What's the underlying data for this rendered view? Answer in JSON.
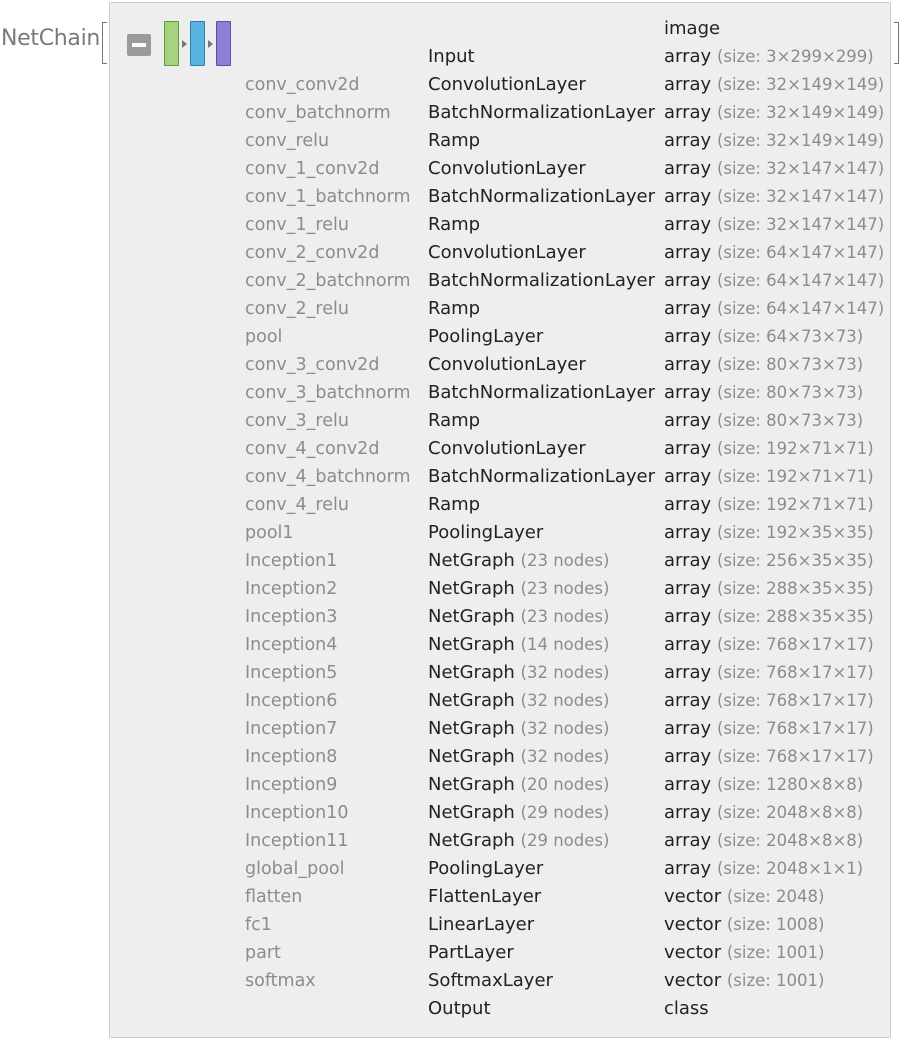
{
  "head": "NetChain",
  "colors": {
    "layer_green": "#a7d27e",
    "layer_blue": "#5ab4e0",
    "layer_purple": "#8a80d6",
    "panel_bg": "#eeeeee"
  },
  "header": {
    "output_type": "image"
  },
  "input_row": {
    "label": "Input",
    "out_kind": "array",
    "out_details": "(size: 3×299×299)"
  },
  "layers": [
    {
      "name": "conv_conv2d",
      "type": "ConvolutionLayer",
      "type_note": "",
      "out_kind": "array",
      "out_details": "(size: 32×149×149)"
    },
    {
      "name": "conv_batchnorm",
      "type": "BatchNormalizationLayer",
      "type_note": "",
      "out_kind": "array",
      "out_details": "(size: 32×149×149)"
    },
    {
      "name": "conv_relu",
      "type": "Ramp",
      "type_note": "",
      "out_kind": "array",
      "out_details": "(size: 32×149×149)"
    },
    {
      "name": "conv_1_conv2d",
      "type": "ConvolutionLayer",
      "type_note": "",
      "out_kind": "array",
      "out_details": "(size: 32×147×147)"
    },
    {
      "name": "conv_1_batchnorm",
      "type": "BatchNormalizationLayer",
      "type_note": "",
      "out_kind": "array",
      "out_details": "(size: 32×147×147)"
    },
    {
      "name": "conv_1_relu",
      "type": "Ramp",
      "type_note": "",
      "out_kind": "array",
      "out_details": "(size: 32×147×147)"
    },
    {
      "name": "conv_2_conv2d",
      "type": "ConvolutionLayer",
      "type_note": "",
      "out_kind": "array",
      "out_details": "(size: 64×147×147)"
    },
    {
      "name": "conv_2_batchnorm",
      "type": "BatchNormalizationLayer",
      "type_note": "",
      "out_kind": "array",
      "out_details": "(size: 64×147×147)"
    },
    {
      "name": "conv_2_relu",
      "type": "Ramp",
      "type_note": "",
      "out_kind": "array",
      "out_details": "(size: 64×147×147)"
    },
    {
      "name": "pool",
      "type": "PoolingLayer",
      "type_note": "",
      "out_kind": "array",
      "out_details": "(size: 64×73×73)"
    },
    {
      "name": "conv_3_conv2d",
      "type": "ConvolutionLayer",
      "type_note": "",
      "out_kind": "array",
      "out_details": "(size: 80×73×73)"
    },
    {
      "name": "conv_3_batchnorm",
      "type": "BatchNormalizationLayer",
      "type_note": "",
      "out_kind": "array",
      "out_details": "(size: 80×73×73)"
    },
    {
      "name": "conv_3_relu",
      "type": "Ramp",
      "type_note": "",
      "out_kind": "array",
      "out_details": "(size: 80×73×73)"
    },
    {
      "name": "conv_4_conv2d",
      "type": "ConvolutionLayer",
      "type_note": "",
      "out_kind": "array",
      "out_details": "(size: 192×71×71)"
    },
    {
      "name": "conv_4_batchnorm",
      "type": "BatchNormalizationLayer",
      "type_note": "",
      "out_kind": "array",
      "out_details": "(size: 192×71×71)"
    },
    {
      "name": "conv_4_relu",
      "type": "Ramp",
      "type_note": "",
      "out_kind": "array",
      "out_details": "(size: 192×71×71)"
    },
    {
      "name": "pool1",
      "type": "PoolingLayer",
      "type_note": "",
      "out_kind": "array",
      "out_details": "(size: 192×35×35)"
    },
    {
      "name": "Inception1",
      "type": "NetGraph",
      "type_note": "(23 nodes)",
      "out_kind": "array",
      "out_details": "(size: 256×35×35)"
    },
    {
      "name": "Inception2",
      "type": "NetGraph",
      "type_note": "(23 nodes)",
      "out_kind": "array",
      "out_details": "(size: 288×35×35)"
    },
    {
      "name": "Inception3",
      "type": "NetGraph",
      "type_note": "(23 nodes)",
      "out_kind": "array",
      "out_details": "(size: 288×35×35)"
    },
    {
      "name": "Inception4",
      "type": "NetGraph",
      "type_note": "(14 nodes)",
      "out_kind": "array",
      "out_details": "(size: 768×17×17)"
    },
    {
      "name": "Inception5",
      "type": "NetGraph",
      "type_note": "(32 nodes)",
      "out_kind": "array",
      "out_details": "(size: 768×17×17)"
    },
    {
      "name": "Inception6",
      "type": "NetGraph",
      "type_note": "(32 nodes)",
      "out_kind": "array",
      "out_details": "(size: 768×17×17)"
    },
    {
      "name": "Inception7",
      "type": "NetGraph",
      "type_note": "(32 nodes)",
      "out_kind": "array",
      "out_details": "(size: 768×17×17)"
    },
    {
      "name": "Inception8",
      "type": "NetGraph",
      "type_note": "(32 nodes)",
      "out_kind": "array",
      "out_details": "(size: 768×17×17)"
    },
    {
      "name": "Inception9",
      "type": "NetGraph",
      "type_note": "(20 nodes)",
      "out_kind": "array",
      "out_details": "(size: 1280×8×8)"
    },
    {
      "name": "Inception10",
      "type": "NetGraph",
      "type_note": "(29 nodes)",
      "out_kind": "array",
      "out_details": "(size: 2048×8×8)"
    },
    {
      "name": "Inception11",
      "type": "NetGraph",
      "type_note": "(29 nodes)",
      "out_kind": "array",
      "out_details": "(size: 2048×8×8)"
    },
    {
      "name": "global_pool",
      "type": "PoolingLayer",
      "type_note": "",
      "out_kind": "array",
      "out_details": "(size: 2048×1×1)"
    },
    {
      "name": "flatten",
      "type": "FlattenLayer",
      "type_note": "",
      "out_kind": "vector",
      "out_details": "(size: 2048)"
    },
    {
      "name": "fc1",
      "type": "LinearLayer",
      "type_note": "",
      "out_kind": "vector",
      "out_details": "(size: 1008)"
    },
    {
      "name": "part",
      "type": "PartLayer",
      "type_note": "",
      "out_kind": "vector",
      "out_details": "(size: 1001)"
    },
    {
      "name": "softmax",
      "type": "SoftmaxLayer",
      "type_note": "",
      "out_kind": "vector",
      "out_details": "(size: 1001)"
    }
  ],
  "output_row": {
    "label": "Output",
    "out_kind": "class"
  }
}
